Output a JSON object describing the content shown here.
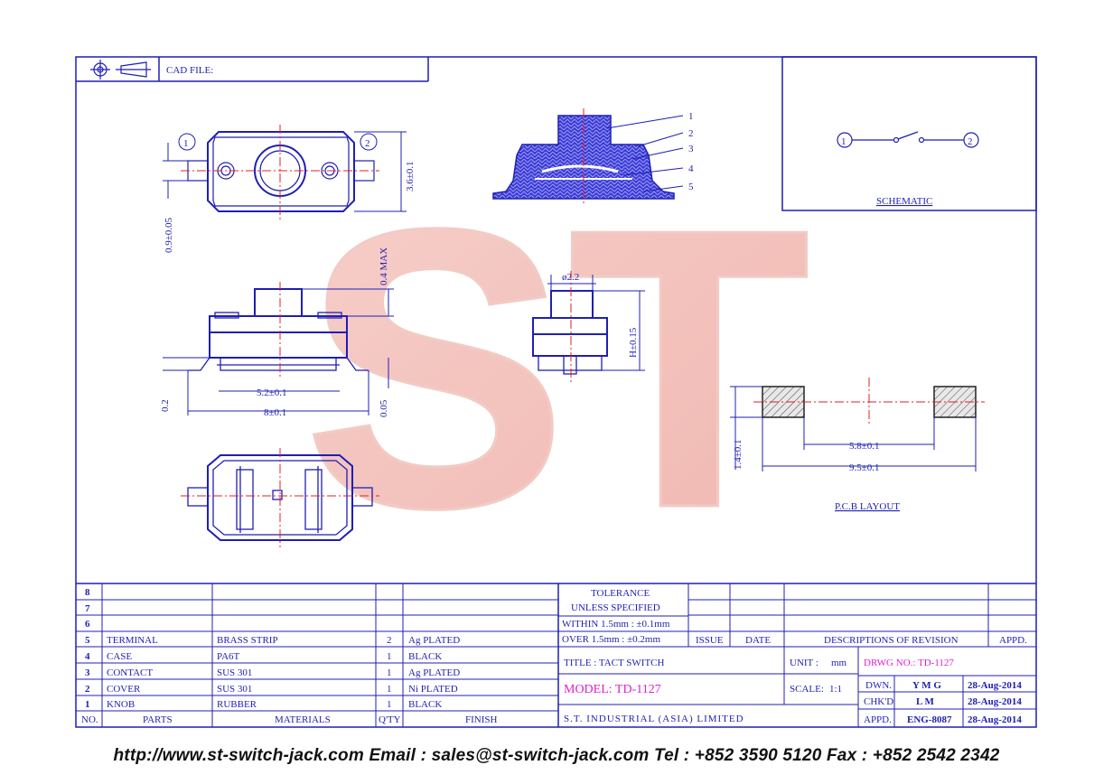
{
  "header": {
    "cad_file_label": "CAD FILE:"
  },
  "watermark": {
    "text": "ST"
  },
  "views": {
    "top_view": {
      "pin1": "1",
      "pin2": "2",
      "dim_height": "3.6±0.1",
      "dim_lead": "0.9±0.05"
    },
    "cross_section": {
      "callouts": [
        "1",
        "2",
        "3",
        "4",
        "5"
      ]
    },
    "side_view": {
      "dim_max": "0.4 MAX",
      "dim_inner": "5.2±0.1",
      "dim_total": "8±0.1",
      "dim_left": "0.2",
      "dim_right": "0.05"
    },
    "end_view": {
      "dim_diameter": "ø2.2",
      "dim_height": "H±0.15"
    }
  },
  "schematic": {
    "pin1": "1",
    "pin2": "2",
    "label": "SCHEMATIC"
  },
  "pcb_layout": {
    "dim_pad": "1.4±0.1",
    "dim_inner": "5.8±0.1",
    "dim_outer": "9.5±0.1",
    "label": "P.C.B LAYOUT"
  },
  "bom": {
    "headers": [
      "NO.",
      "PARTS",
      "MATERIALS",
      "Q'TY",
      "FINISH"
    ],
    "rows": [
      {
        "no": "8",
        "part": "",
        "material": "",
        "qty": "",
        "finish": ""
      },
      {
        "no": "7",
        "part": "",
        "material": "",
        "qty": "",
        "finish": ""
      },
      {
        "no": "6",
        "part": "",
        "material": "",
        "qty": "",
        "finish": ""
      },
      {
        "no": "5",
        "part": "TERMINAL",
        "material": "BRASS STRIP",
        "qty": "2",
        "finish": "Ag PLATED"
      },
      {
        "no": "4",
        "part": "CASE",
        "material": "PA6T",
        "qty": "1",
        "finish": "BLACK"
      },
      {
        "no": "3",
        "part": "CONTACT",
        "material": "SUS 301",
        "qty": "1",
        "finish": "Ag PLATED"
      },
      {
        "no": "2",
        "part": "COVER",
        "material": "SUS 301",
        "qty": "1",
        "finish": "Ni PLATED"
      },
      {
        "no": "1",
        "part": "KNOB",
        "material": "RUBBER",
        "qty": "1",
        "finish": "BLACK"
      }
    ]
  },
  "tolerance": {
    "title1": "TOLERANCE",
    "title2": "UNLESS   SPECIFIED",
    "within": "WITHIN  1.5mm : ±0.1mm",
    "over": "OVER    1.5mm : ±0.2mm"
  },
  "revision": {
    "issue": "ISSUE",
    "date": "DATE",
    "desc": "DESCRIPTIONS OF REVISION",
    "appd": "APPD."
  },
  "title_block": {
    "title": "TITLE : TACT SWITCH",
    "model": "MODEL: TD-1127",
    "company": "S.T. INDUSTRIAL (ASIA) LIMITED",
    "unit_label": "UNIT :",
    "unit_value": "mm",
    "drwg": "DRWG NO.: TD-1127",
    "scale_label": "SCALE:",
    "scale_value": "1:1",
    "dwn_label": "DWN.",
    "dwn_value": "Y M G",
    "dwn_date": "28-Aug-2014",
    "chkd_label": "CHK'D",
    "chkd_value": "L M",
    "chkd_date": "28-Aug-2014",
    "appd_label": "APPD.",
    "appd_value": "ENG-8087",
    "appd_date": "28-Aug-2014"
  },
  "footer": {
    "text": "http://www.st-switch-jack.com  Email : sales@st-switch-jack.com  Tel : +852 3590 5120  Fax : +852 2542 2342"
  },
  "colors": {
    "line": "#1f1fb5",
    "centerline": "#e02020",
    "magenta": "#e01fd0",
    "watermark": "#f2b9b3"
  }
}
